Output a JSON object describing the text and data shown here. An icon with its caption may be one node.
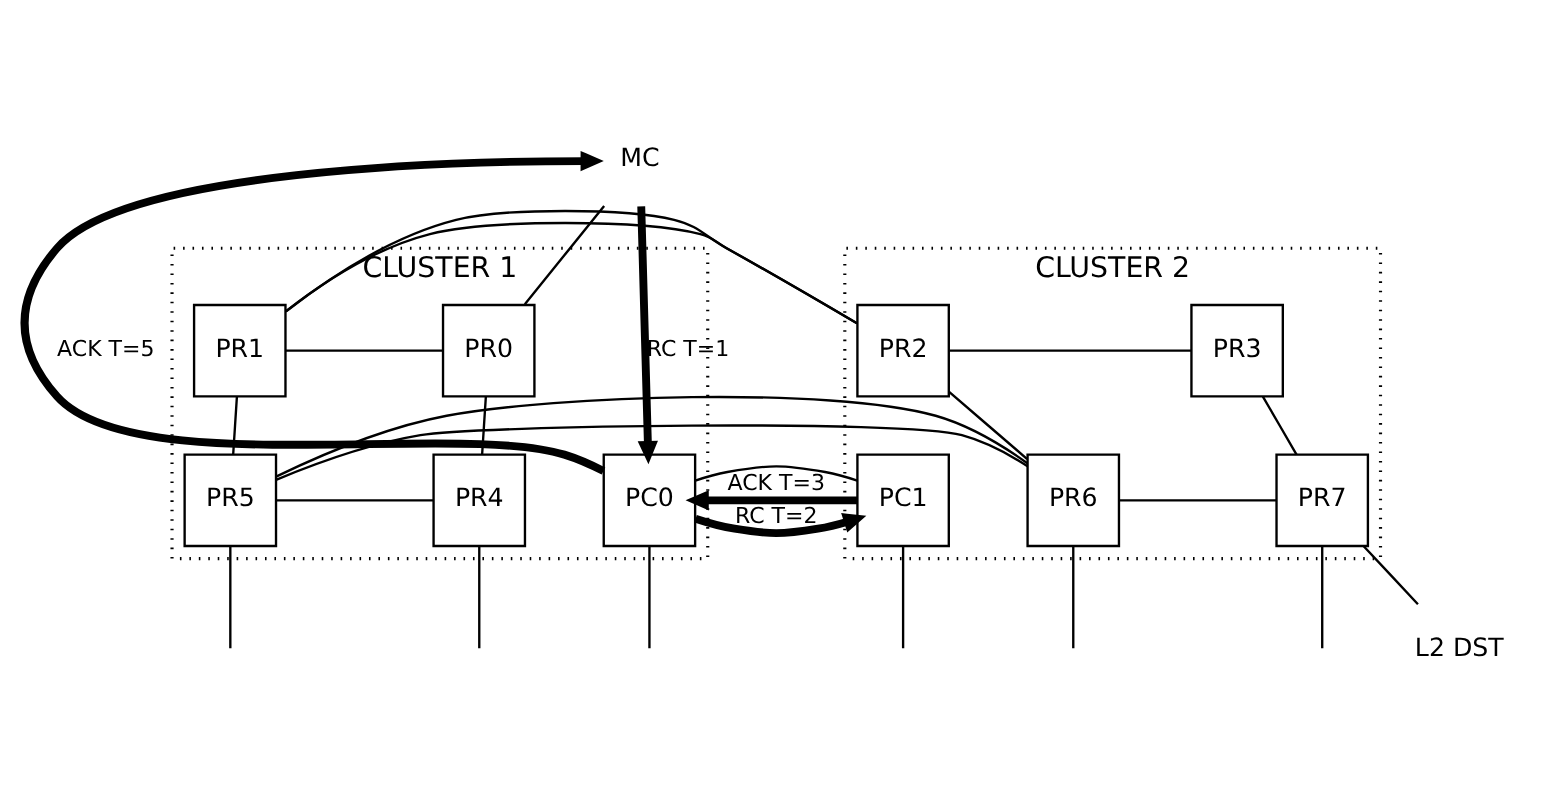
{
  "diagram": {
    "nodes": [
      {
        "text": [
          "CLUSTER 1"
        ]
      },
      {
        "text": [
          "CLUSTER 2"
        ]
      },
      {
        "text": [
          "MC"
        ]
      },
      {
        "text": [
          "PR0"
        ],
        "in": 0
      },
      {
        "text": [
          "PR1"
        ],
        "in": 0
      },
      {
        "text": [
          "PC0"
        ],
        "in": 0
      },
      {
        "text": [
          "PR4"
        ],
        "in": 0
      },
      {
        "text": [
          "PR5"
        ],
        "in": 0
      },
      {
        "text": [
          "PR2"
        ],
        "in": 1
      },
      {
        "text": [
          "PR3"
        ],
        "in": 1
      },
      {
        "text": [
          "PC1"
        ],
        "in": 1
      },
      {
        "text": [
          "PR6"
        ],
        "in": 1
      },
      {
        "text": [
          "PR7"
        ],
        "in": 1
      },
      {
        "text": [
          "L2 DST"
        ]
      }
    ],
    "edges": [
      {
        "from": 2,
        "to": 3,
        "arrow": "none"
      },
      {
        "from": 2,
        "to": 5,
        "arrow": "to",
        "label": "RC T=1",
        "style": "thick"
      },
      {
        "from": 5,
        "to": 2,
        "arrow": "to",
        "label": "ACK T=5",
        "style": "thick"
      },
      {
        "from": 3,
        "to": 4,
        "arrow": "none"
      },
      {
        "from": 4,
        "to": 8,
        "arrow": "none"
      },
      {
        "from": 8,
        "to": 9,
        "arrow": "none"
      },
      {
        "from": 3,
        "to": 6,
        "arrow": "none"
      },
      {
        "from": 4,
        "to": 7,
        "arrow": "none"
      },
      {
        "from": 8,
        "to": 11,
        "arrow": "none"
      },
      {
        "from": 9,
        "to": 12,
        "arrow": "none"
      },
      {
        "from": 6,
        "to": 7,
        "arrow": "none"
      },
      {
        "from": 7,
        "to": 11,
        "arrow": "none"
      },
      {
        "from": 11,
        "to": 12,
        "arrow": "none"
      },
      {
        "from": 5,
        "to": 10,
        "arrow": "to",
        "label": "RC T=2",
        "style": "thick"
      },
      {
        "from": 5,
        "to": 10,
        "arrow": "none"
      },
      {
        "from": 10,
        "to": 5,
        "arrow": "to",
        "label": "ACK T=3",
        "style": "thick"
      },
      {
        "from": 6,
        "to": null,
        "arrow": "none"
      },
      {
        "from": 5,
        "to": null,
        "arrow": "none"
      },
      {
        "from": 7,
        "to": null,
        "arrow": "none"
      },
      {
        "from": 11,
        "to": null,
        "arrow": "none"
      },
      {
        "from": 10,
        "to": null,
        "arrow": "none"
      },
      {
        "from": 12,
        "to": null,
        "arrow": "none"
      },
      {
        "from": 13,
        "to": 12,
        "arrow": "none"
      }
    ]
  }
}
